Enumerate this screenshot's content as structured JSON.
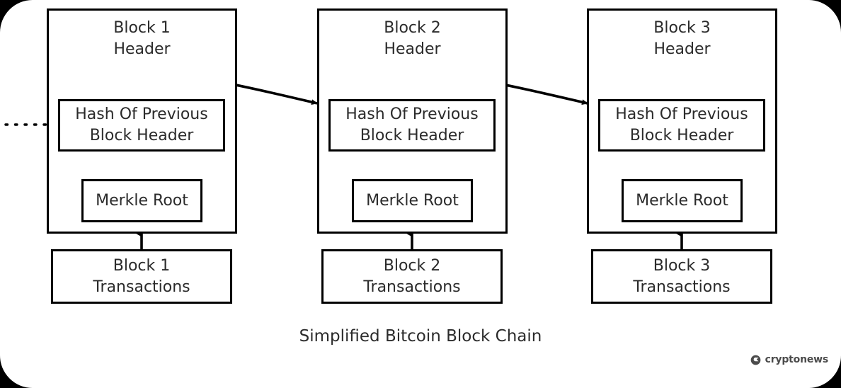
{
  "diagram": {
    "caption": "Simplified Bitcoin Block Chain",
    "ink_color": "#000000",
    "text_color": "#2b2b2b",
    "background_color": "#ffffff",
    "blocks": [
      {
        "id": "block-1",
        "header_label": "Block 1\nHeader",
        "hash_label": "Hash Of Previous\nBlock Header",
        "merkle_label": "Merkle Root",
        "transactions_label": "Block 1\nTransactions"
      },
      {
        "id": "block-2",
        "header_label": "Block 2\nHeader",
        "hash_label": "Hash Of Previous\nBlock Header",
        "merkle_label": "Merkle Root",
        "transactions_label": "Block 2\nTransactions"
      },
      {
        "id": "block-3",
        "header_label": "Block 3\nHeader",
        "hash_label": "Hash Of Previous\nBlock Header",
        "merkle_label": "Merkle Root",
        "transactions_label": "Block 3\nTransactions"
      }
    ],
    "connectors": {
      "incoming_dotted_label": "incoming-chain-dotted-arrow",
      "hash_link_label": "hash-link-arrow",
      "merkle_link_label": "merkle-link-arrow"
    }
  },
  "branding": {
    "logo_text": "cryptonews",
    "logo_color": "#4b4b4b"
  }
}
